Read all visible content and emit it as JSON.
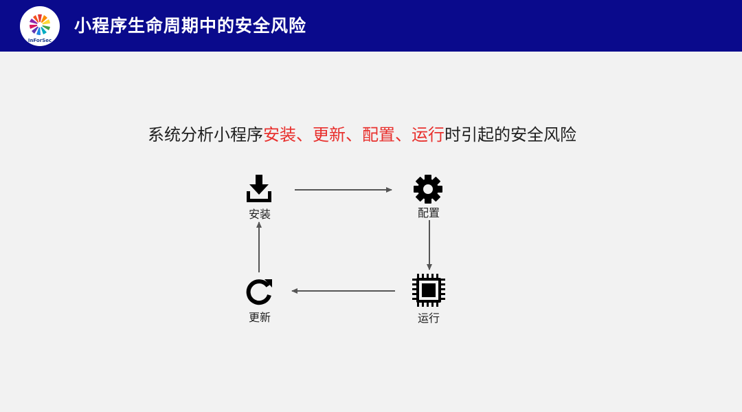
{
  "header": {
    "title": "小程序生命周期中的安全风险",
    "logo_text": "InForSec",
    "background": "#0a0a8c"
  },
  "subtitle": {
    "prefix": "系统分析小程序",
    "stage1": "安装",
    "sep1": "、",
    "stage2": "更新",
    "sep2": "、",
    "stage3": "配置",
    "sep3": "、",
    "stage4": "运行",
    "suffix": "时引起的安全风险",
    "highlight_color": "#e8302d"
  },
  "diagram": {
    "nodes": [
      {
        "label": "安装",
        "icon": "download-icon"
      },
      {
        "label": "配置",
        "icon": "gear-icon"
      },
      {
        "label": "运行",
        "icon": "chip-icon"
      },
      {
        "label": "更新",
        "icon": "refresh-icon"
      }
    ]
  }
}
